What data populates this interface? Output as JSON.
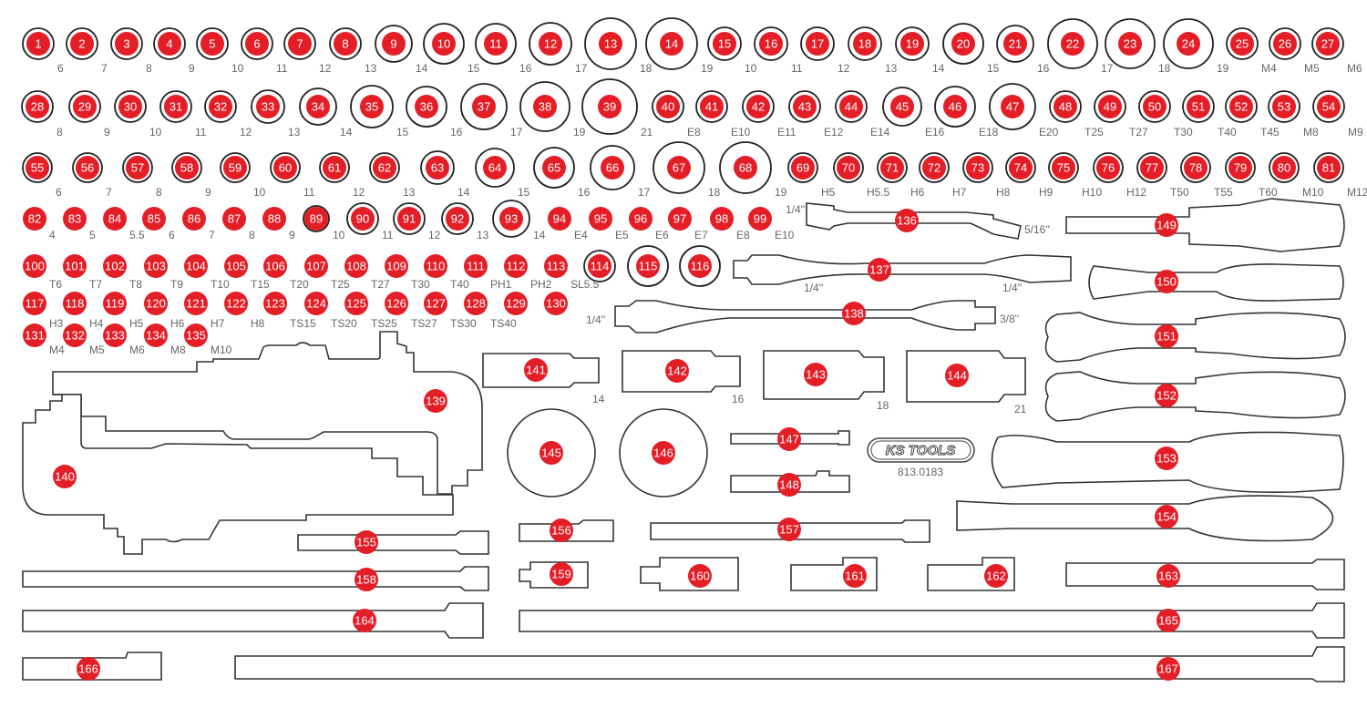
{
  "colors": {
    "badge": "#e41e26",
    "outline": "#333333",
    "label": "#666666"
  },
  "logo": {
    "brand": "KS TOOLS",
    "article": "813.0183"
  },
  "markers": [
    [
      "1",
      "6"
    ],
    [
      "2",
      "7"
    ],
    [
      "3",
      "8"
    ],
    [
      "4",
      "9"
    ],
    [
      "5",
      "10"
    ],
    [
      "6",
      "11"
    ],
    [
      "7",
      "12"
    ],
    [
      "8",
      "13"
    ],
    [
      "9",
      "14"
    ],
    [
      "10",
      "15"
    ],
    [
      "11",
      "16"
    ],
    [
      "12",
      "17"
    ],
    [
      "13",
      "18"
    ],
    [
      "14",
      "19"
    ],
    [
      "15",
      "10"
    ],
    [
      "16",
      "11"
    ],
    [
      "17",
      "12"
    ],
    [
      "18",
      "13"
    ],
    [
      "19",
      "14"
    ],
    [
      "20",
      "15"
    ],
    [
      "21",
      "16"
    ],
    [
      "22",
      "17"
    ],
    [
      "23",
      "18"
    ],
    [
      "24",
      "19"
    ],
    [
      "25",
      "M4"
    ],
    [
      "26",
      "M5"
    ],
    [
      "27",
      "M6"
    ],
    [
      "28",
      "8"
    ],
    [
      "29",
      "9"
    ],
    [
      "30",
      "10"
    ],
    [
      "31",
      "11"
    ],
    [
      "32",
      "12"
    ],
    [
      "33",
      "13"
    ],
    [
      "34",
      "14"
    ],
    [
      "35",
      "15"
    ],
    [
      "36",
      "16"
    ],
    [
      "37",
      "17"
    ],
    [
      "38",
      "19"
    ],
    [
      "39",
      "21"
    ],
    [
      "40",
      "E8"
    ],
    [
      "41",
      "E10"
    ],
    [
      "42",
      "E11"
    ],
    [
      "43",
      "E12"
    ],
    [
      "44",
      "E14"
    ],
    [
      "45",
      "E16"
    ],
    [
      "46",
      "E18"
    ],
    [
      "47",
      "E20"
    ],
    [
      "48",
      "T25"
    ],
    [
      "49",
      "T27"
    ],
    [
      "50",
      "T30"
    ],
    [
      "51",
      "T40"
    ],
    [
      "52",
      "T45"
    ],
    [
      "53",
      "M8"
    ],
    [
      "54",
      "M9"
    ],
    [
      "55",
      "6"
    ],
    [
      "56",
      "7"
    ],
    [
      "57",
      "8"
    ],
    [
      "58",
      "9"
    ],
    [
      "59",
      "10"
    ],
    [
      "60",
      "11"
    ],
    [
      "61",
      "12"
    ],
    [
      "62",
      "13"
    ],
    [
      "63",
      "14"
    ],
    [
      "64",
      "15"
    ],
    [
      "65",
      "16"
    ],
    [
      "66",
      "17"
    ],
    [
      "67",
      "18"
    ],
    [
      "68",
      "19"
    ],
    [
      "69",
      "H5"
    ],
    [
      "70",
      "H5.5"
    ],
    [
      "71",
      "H6"
    ],
    [
      "72",
      "H7"
    ],
    [
      "73",
      "H8"
    ],
    [
      "74",
      "H9"
    ],
    [
      "75",
      "H10"
    ],
    [
      "76",
      "H12"
    ],
    [
      "77",
      "T50"
    ],
    [
      "78",
      "T55"
    ],
    [
      "79",
      "T60"
    ],
    [
      "80",
      "M10"
    ],
    [
      "81",
      "M12"
    ],
    [
      "82",
      "4"
    ],
    [
      "83",
      "5"
    ],
    [
      "84",
      "5.5"
    ],
    [
      "85",
      "6"
    ],
    [
      "86",
      "7"
    ],
    [
      "87",
      "8"
    ],
    [
      "88",
      "9"
    ],
    [
      "89",
      "10"
    ],
    [
      "90",
      "11"
    ],
    [
      "91",
      "12"
    ],
    [
      "92",
      "13"
    ],
    [
      "93",
      "14"
    ],
    [
      "94",
      "E4"
    ],
    [
      "95",
      "E5"
    ],
    [
      "96",
      "E6"
    ],
    [
      "97",
      "E7"
    ],
    [
      "98",
      "E8"
    ],
    [
      "99",
      "E10"
    ],
    [
      "100",
      "T6"
    ],
    [
      "101",
      "T7"
    ],
    [
      "102",
      "T8"
    ],
    [
      "103",
      "T9"
    ],
    [
      "104",
      "T10"
    ],
    [
      "105",
      "T15"
    ],
    [
      "106",
      "T20"
    ],
    [
      "107",
      "T25"
    ],
    [
      "108",
      "T27"
    ],
    [
      "109",
      "T30"
    ],
    [
      "110",
      "T40"
    ],
    [
      "111",
      "PH1"
    ],
    [
      "112",
      "PH2"
    ],
    [
      "113",
      "SL5.5"
    ],
    [
      "114",
      ""
    ],
    [
      "115",
      ""
    ],
    [
      "116",
      ""
    ],
    [
      "117",
      "H3"
    ],
    [
      "118",
      "H4"
    ],
    [
      "119",
      "H5"
    ],
    [
      "120",
      "H6"
    ],
    [
      "121",
      "H7"
    ],
    [
      "122",
      "H8"
    ],
    [
      "123",
      "TS15"
    ],
    [
      "124",
      "TS20"
    ],
    [
      "125",
      "TS25"
    ],
    [
      "126",
      "TS27"
    ],
    [
      "127",
      "TS30"
    ],
    [
      "128",
      "TS40"
    ],
    [
      "129",
      ""
    ],
    [
      "130",
      ""
    ],
    [
      "131",
      "M4"
    ],
    [
      "132",
      "M5"
    ],
    [
      "133",
      "M6"
    ],
    [
      "134",
      "M8"
    ],
    [
      "135",
      "M10"
    ]
  ],
  "tools": {
    "136": {
      "num": "136",
      "labels": [
        "1/4''",
        "5/16''"
      ]
    },
    "137": {
      "num": "137",
      "labels": [
        "1/4''",
        "1/4''"
      ]
    },
    "138": {
      "num": "138",
      "labels": [
        "1/4''",
        "3/8''"
      ]
    },
    "139": {
      "num": "139"
    },
    "140": {
      "num": "140"
    },
    "141": {
      "num": "141",
      "labels": [
        "14"
      ]
    },
    "142": {
      "num": "142",
      "labels": [
        "16"
      ]
    },
    "143": {
      "num": "143",
      "labels": [
        "18"
      ]
    },
    "144": {
      "num": "144",
      "labels": [
        "21"
      ]
    },
    "145": {
      "num": "145"
    },
    "146": {
      "num": "146"
    },
    "147": {
      "num": "147"
    },
    "148": {
      "num": "148"
    },
    "149": {
      "num": "149"
    },
    "150": {
      "num": "150"
    },
    "151": {
      "num": "151"
    },
    "152": {
      "num": "152"
    },
    "153": {
      "num": "153"
    },
    "154": {
      "num": "154"
    },
    "155": {
      "num": "155"
    },
    "156": {
      "num": "156"
    },
    "157": {
      "num": "157"
    },
    "158": {
      "num": "158"
    },
    "159": {
      "num": "159"
    },
    "160": {
      "num": "160"
    },
    "161": {
      "num": "161"
    },
    "162": {
      "num": "162"
    },
    "163": {
      "num": "163"
    },
    "164": {
      "num": "164"
    },
    "165": {
      "num": "165"
    },
    "166": {
      "num": "166"
    },
    "167": {
      "num": "167"
    }
  }
}
